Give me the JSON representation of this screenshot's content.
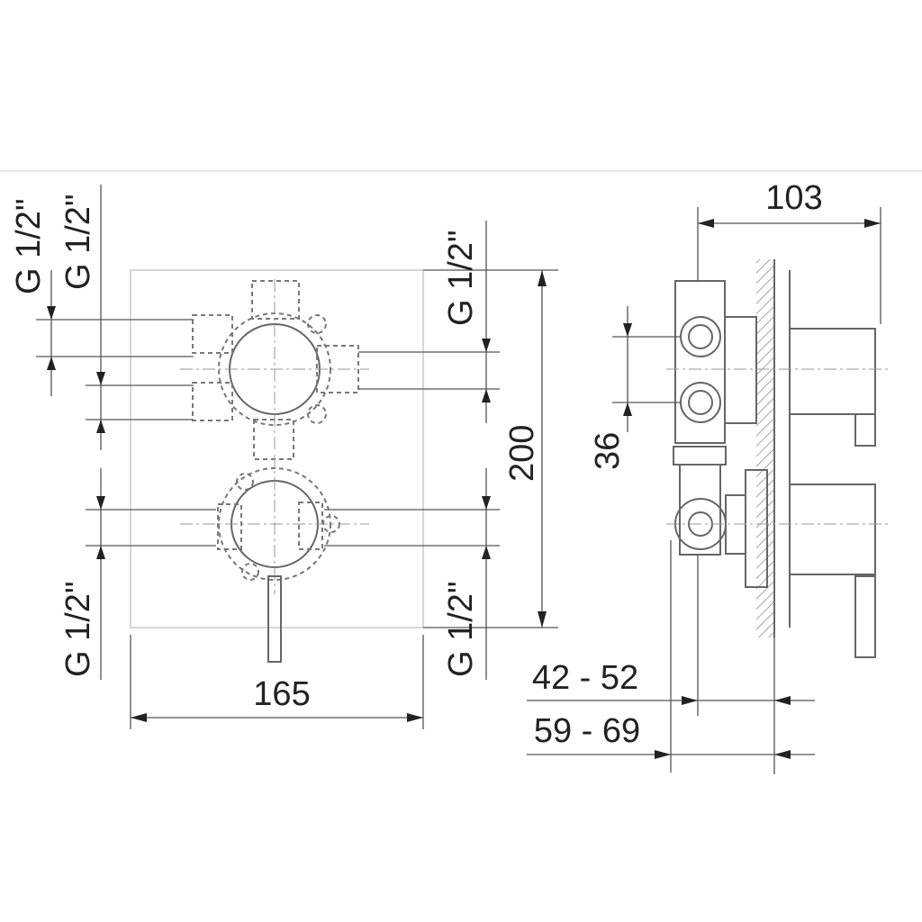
{
  "dimensions": {
    "left_port_top_a": "G 1/2\"",
    "left_port_top_b": "G 1/2\"",
    "center_port_top": "G 1/2\"",
    "left_port_bottom": "G 1/2\"",
    "center_port_bottom": "G 1/2\"",
    "height": "200",
    "width": "165",
    "depth": "103",
    "spacing": "36",
    "wall_range_a": "42 - 52",
    "wall_range_b": "59 - 69"
  },
  "colors": {
    "line": "#666666",
    "text": "#222222",
    "plate": "#c8c8c8"
  }
}
